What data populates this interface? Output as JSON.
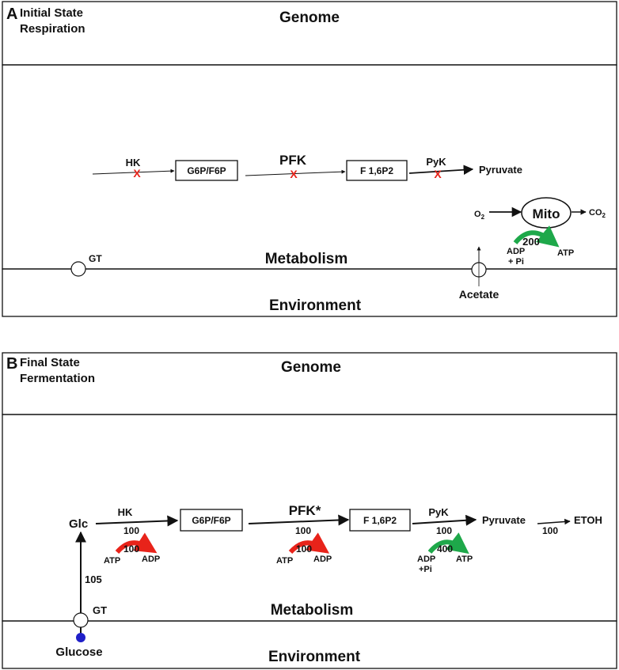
{
  "panel_a": {
    "letter": "A",
    "state_line1": "Initial State",
    "state_line2": "Respiration",
    "genome": "Genome",
    "metabolism": "Metabolism",
    "environment": "Environment",
    "hk": "HK",
    "g6p": "G6P/F6P",
    "pfk": "PFK",
    "f16p2": "F 1,6P2",
    "pyk": "PyK",
    "pyruvate": "Pyruvate",
    "o2": "O",
    "o2_sub": "2",
    "mito": "Mito",
    "co2": "CO",
    "co2_sub": "2",
    "mito_value": "200",
    "adp": "ADP",
    "pi": "+ Pi",
    "atp": "ATP",
    "gt": "GT",
    "acetate": "Acetate",
    "block_mark": "X"
  },
  "panel_b": {
    "letter": "B",
    "state_line1": "Final State",
    "state_line2": "Fermentation",
    "genome": "Genome",
    "metabolism": "Metabolism",
    "environment": "Environment",
    "glc": "Glc",
    "hk": "HK",
    "hk_flux": "100",
    "hk_cofactor": "100",
    "hk_atp": "ATP",
    "hk_adp": "ADP",
    "g6p": "G6P/F6P",
    "pfk": "PFK*",
    "pfk_flux": "100",
    "pfk_cofactor": "100",
    "pfk_atp": "ATP",
    "pfk_adp": "ADP",
    "f16p2": "F 1,6P2",
    "pyk": "PyK",
    "pyk_flux": "100",
    "pyk_cofactor": "400",
    "pyk_adp": "ADP",
    "pyk_pi": "+Pi",
    "pyk_atp": "ATP",
    "pyruvate": "Pyruvate",
    "etoh_flux": "100",
    "etoh": "ETOH",
    "gt_flux": "105",
    "gt": "GT",
    "glucose": "Glucose"
  },
  "colors": {
    "red": "#e8231a",
    "green": "#1ea84a",
    "glucose_dot": "#1f1fc8",
    "stroke": "#111111"
  }
}
